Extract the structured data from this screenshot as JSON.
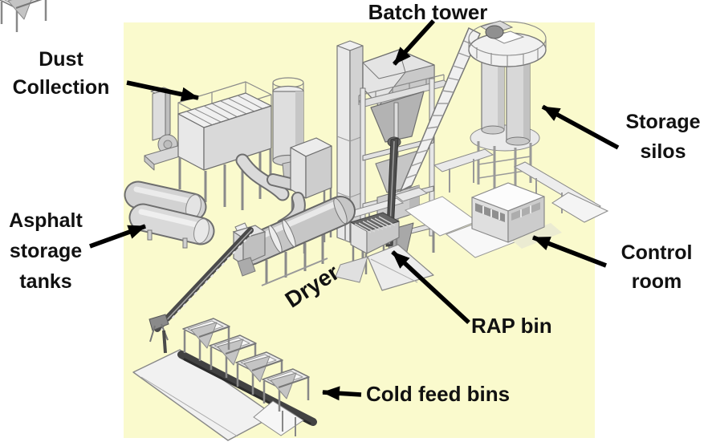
{
  "canvas": {
    "background": "#ffffff",
    "panel_color": "#fafacd",
    "label_color": "#111111",
    "arrow_color": "#000000"
  },
  "labels": [
    {
      "id": "dust-collection",
      "text": "Dust\nCollection"
    },
    {
      "id": "batch-tower",
      "text": "Batch tower"
    },
    {
      "id": "storage-silos",
      "text": "Storage\nsilos"
    },
    {
      "id": "asphalt-storage-tanks",
      "text": "Asphalt\nstorage\ntanks"
    },
    {
      "id": "dryer",
      "text": "Dryer"
    },
    {
      "id": "rap-bin",
      "text": "RAP bin"
    },
    {
      "id": "control-room",
      "text": "Control\nroom"
    },
    {
      "id": "cold-feed-bins",
      "text": "Cold feed bins"
    }
  ]
}
